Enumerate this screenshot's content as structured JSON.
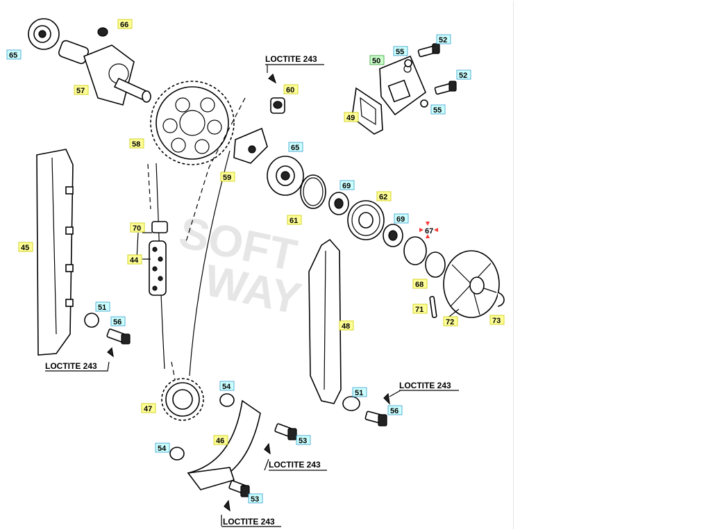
{
  "colors": {
    "label_yellow": "#ffff99",
    "label_cyan": "#ccffff",
    "label_green": "#ccffcc",
    "highlight_red": "#ff3333",
    "watermark": "#e6e6e6"
  },
  "watermark": {
    "line1": "SOFT",
    "line2": "WAY"
  },
  "loctite": {
    "text": "LOCTITE 243"
  },
  "callouts": {
    "c44": "44",
    "c45": "45",
    "c46": "46",
    "c47": "47",
    "c48": "48",
    "c49": "49",
    "c50": "50",
    "c51": "51",
    "c52": "52",
    "c53": "53",
    "c54": "54",
    "c55": "55",
    "c56": "56",
    "c57": "57",
    "c58": "58",
    "c59": "59",
    "c60": "60",
    "c61": "61",
    "c62": "62",
    "c65": "65",
    "c66": "66",
    "c67": "67",
    "c68": "68",
    "c69": "69",
    "c70": "70",
    "c71": "71",
    "c72": "72",
    "c73": "73"
  }
}
